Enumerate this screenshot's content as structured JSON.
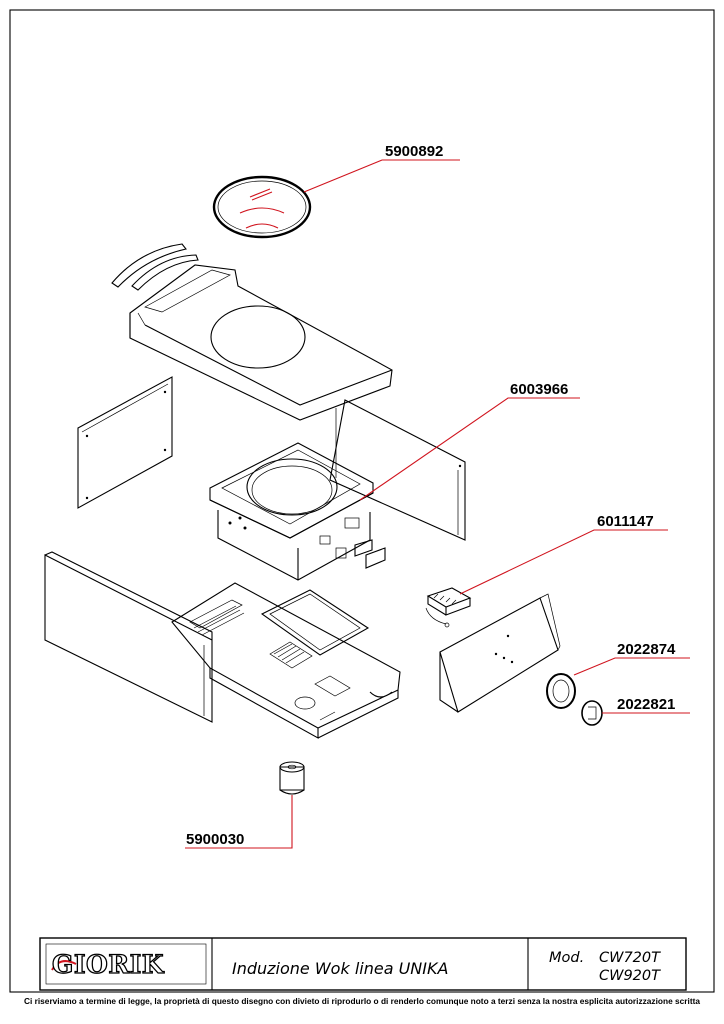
{
  "callouts": [
    {
      "id": "5900892",
      "label": "5900892"
    },
    {
      "id": "6003966",
      "label": "6003966"
    },
    {
      "id": "6011147",
      "label": "6011147"
    },
    {
      "id": "2022874",
      "label": "2022874"
    },
    {
      "id": "2022821",
      "label": "2022821"
    },
    {
      "id": "5900030",
      "label": "5900030"
    }
  ],
  "title_block": {
    "logo": "GIORIK",
    "title": "Induzione Wok linea UNIKA",
    "model_prefix": "Mod.",
    "model_1": "CW720T",
    "model_2": "CW920T"
  },
  "disclaimer": "Ci riserviamo a termine di legge, la proprietà di questo disegno con divieto di riprodurlo o di renderlo comunque noto a terzi senza la nostra esplicita autorizzazione scritta",
  "colors": {
    "leader": "#d0141e",
    "line": "#000000"
  }
}
